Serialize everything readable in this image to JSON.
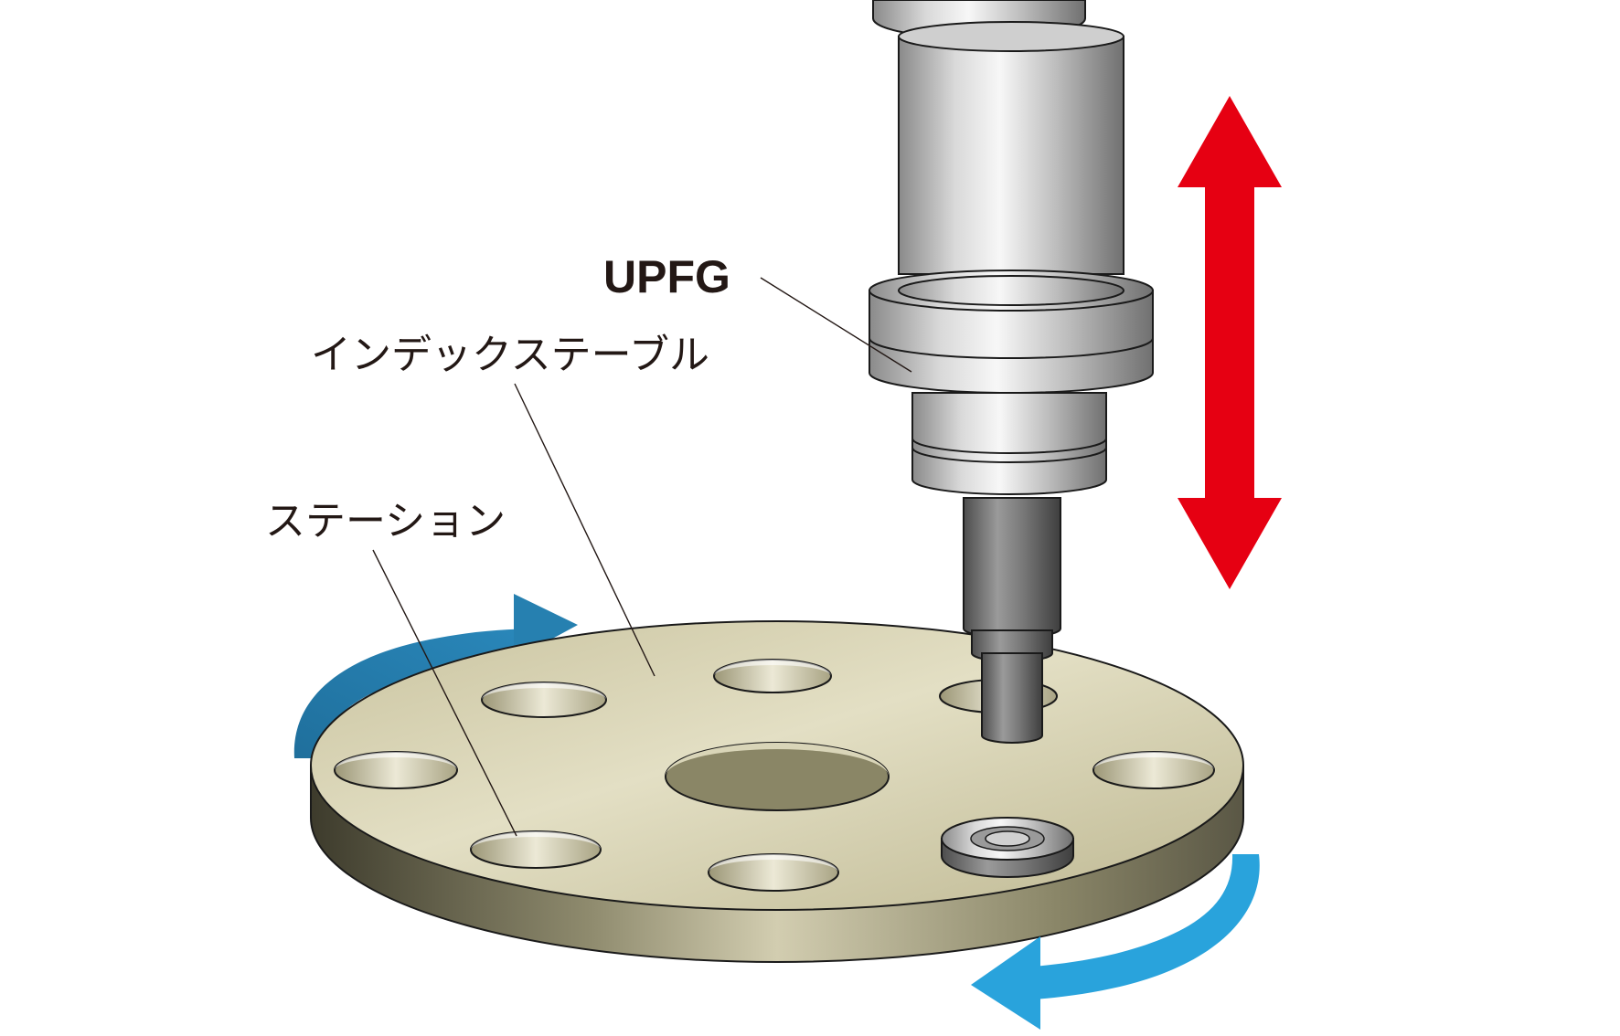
{
  "labels": {
    "upfg": "UPFG",
    "index_table": "インデックステーブル",
    "station": "ステーション"
  },
  "colors": {
    "vertical_motion_arrow": "#e60012",
    "rotation_arrow_upper": "#2680b0",
    "rotation_arrow_lower": "#29a3dc",
    "table_top": "#d4cfae",
    "table_edge": "#5a5745",
    "spindle_metal": "#d8d8d8",
    "line": "#231815"
  },
  "icons": {
    "vertical_arrow": "double-headed-up-down-arrow",
    "rotation_arrows": "curved-rotation-arrows"
  }
}
